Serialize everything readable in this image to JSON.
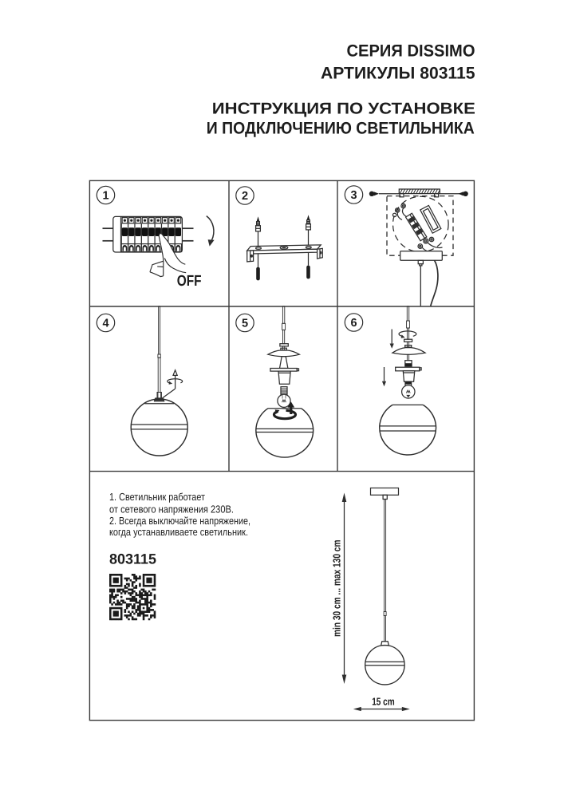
{
  "colors": {
    "ink": "#2e2e2e",
    "text": "#1d1d1d",
    "background": "#ffffff"
  },
  "header": {
    "series": "СЕРИЯ DISSIMO",
    "articles": "АРТИКУЛЫ 803115",
    "title_line1": "ИНСТРУКЦИЯ ПО УСТАНОВКЕ",
    "title_line2": "И ПОДКЛЮЧЕНИЮ СВЕТИЛЬНИКА"
  },
  "steps": [
    {
      "number": "1",
      "icon": "circuit-breaker-off-icon",
      "label": "OFF"
    },
    {
      "number": "2",
      "icon": "mounting-bracket-screws-icon"
    },
    {
      "number": "3",
      "icon": "canopy-wiring-detail-icon"
    },
    {
      "number": "4",
      "icon": "pendant-unscrew-cap-icon"
    },
    {
      "number": "5",
      "icon": "bulb-screw-in-icon"
    },
    {
      "number": "6",
      "icon": "pendant-assembly-lower-icon"
    }
  ],
  "notes": {
    "lines": [
      "1. Светильник работает",
      "от сетевого напряжения 230В.",
      "2. Всегда выключайте напряжение,",
      "когда устанавливаете светильник."
    ]
  },
  "article_number": "803115",
  "qr": {
    "icon": "qr-code-icon"
  },
  "dimension_drawing": {
    "icon": "pendant-dimensions-drawing",
    "height_label": "min 30 cm ... max 130 cm",
    "width_label": "15 cm"
  }
}
